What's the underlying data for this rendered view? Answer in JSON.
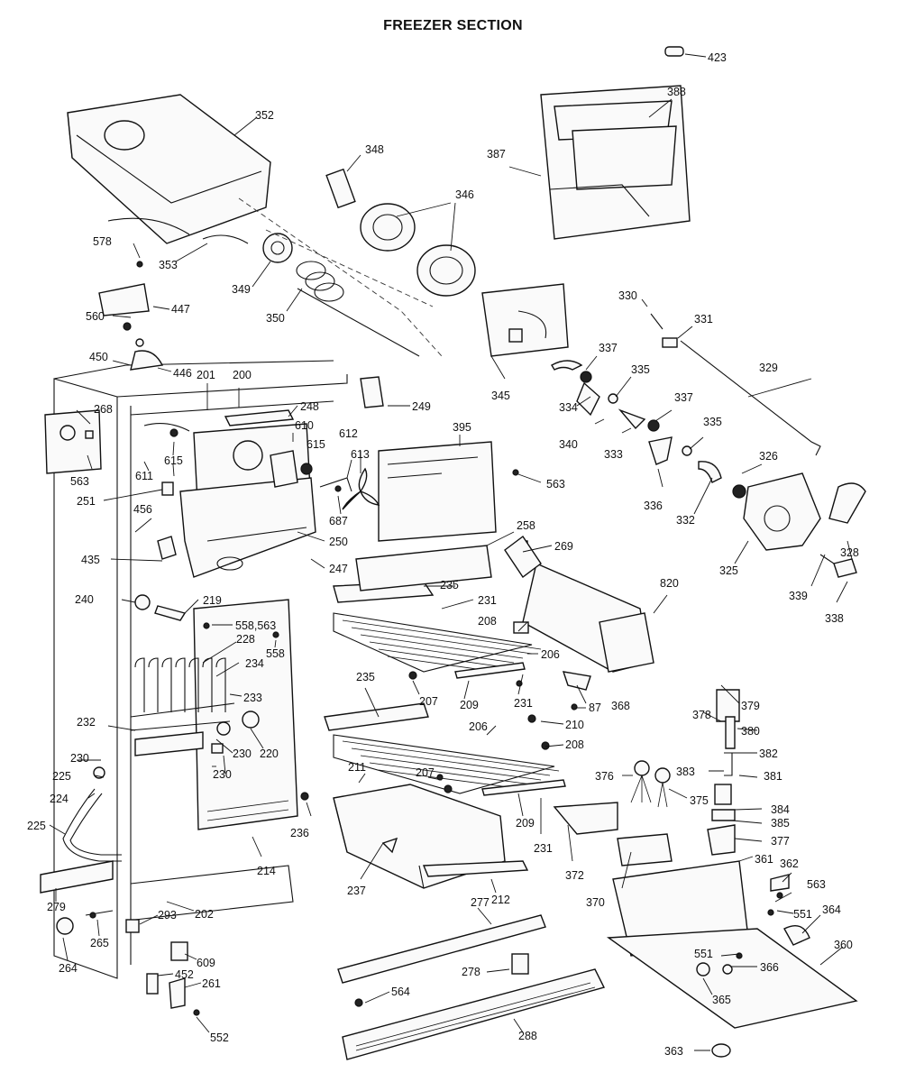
{
  "title": "FREEZER SECTION",
  "callouts": [
    {
      "id": "c423",
      "text": "423"
    },
    {
      "id": "c388",
      "text": "388"
    },
    {
      "id": "c387",
      "text": "387"
    },
    {
      "id": "c352",
      "text": "352"
    },
    {
      "id": "c348",
      "text": "348"
    },
    {
      "id": "c346",
      "text": "346"
    },
    {
      "id": "c578",
      "text": "578"
    },
    {
      "id": "c353",
      "text": "353"
    },
    {
      "id": "c349",
      "text": "349"
    },
    {
      "id": "c447",
      "text": "447"
    },
    {
      "id": "c350",
      "text": "350"
    },
    {
      "id": "c560",
      "text": "560"
    },
    {
      "id": "c330",
      "text": "330"
    },
    {
      "id": "c331",
      "text": "331"
    },
    {
      "id": "c450",
      "text": "450"
    },
    {
      "id": "c446",
      "text": "446"
    },
    {
      "id": "c201",
      "text": "201"
    },
    {
      "id": "c200",
      "text": "200"
    },
    {
      "id": "c337a",
      "text": "337"
    },
    {
      "id": "c345",
      "text": "345"
    },
    {
      "id": "c329",
      "text": "329"
    },
    {
      "id": "c335a",
      "text": "335"
    },
    {
      "id": "c249",
      "text": "249"
    },
    {
      "id": "c248",
      "text": "248"
    },
    {
      "id": "c268",
      "text": "268"
    },
    {
      "id": "c610",
      "text": "610"
    },
    {
      "id": "c334",
      "text": "334"
    },
    {
      "id": "c337b",
      "text": "337"
    },
    {
      "id": "c395",
      "text": "395"
    },
    {
      "id": "c335b",
      "text": "335"
    },
    {
      "id": "c612",
      "text": "612"
    },
    {
      "id": "c615a",
      "text": "615"
    },
    {
      "id": "c340",
      "text": "340"
    },
    {
      "id": "c333",
      "text": "333"
    },
    {
      "id": "c613",
      "text": "613"
    },
    {
      "id": "c326",
      "text": "326"
    },
    {
      "id": "c563a",
      "text": "563"
    },
    {
      "id": "c611",
      "text": "611"
    },
    {
      "id": "c615b",
      "text": "615"
    },
    {
      "id": "c563b",
      "text": "563"
    },
    {
      "id": "c251",
      "text": "251"
    },
    {
      "id": "c336",
      "text": "336"
    },
    {
      "id": "c332",
      "text": "332"
    },
    {
      "id": "c687",
      "text": "687"
    },
    {
      "id": "c456",
      "text": "456"
    },
    {
      "id": "c258",
      "text": "258"
    },
    {
      "id": "c250",
      "text": "250"
    },
    {
      "id": "c269",
      "text": "269"
    },
    {
      "id": "c328",
      "text": "328"
    },
    {
      "id": "c435",
      "text": "435"
    },
    {
      "id": "c247",
      "text": "247"
    },
    {
      "id": "c325",
      "text": "325"
    },
    {
      "id": "c820",
      "text": "820"
    },
    {
      "id": "c339",
      "text": "339"
    },
    {
      "id": "c235a",
      "text": "235"
    },
    {
      "id": "c240",
      "text": "240"
    },
    {
      "id": "c219",
      "text": "219"
    },
    {
      "id": "c231a",
      "text": "231"
    },
    {
      "id": "c338",
      "text": "338"
    },
    {
      "id": "c558_563",
      "text": "558,563"
    },
    {
      "id": "c208a",
      "text": "208"
    },
    {
      "id": "c228",
      "text": "228"
    },
    {
      "id": "c558",
      "text": "558"
    },
    {
      "id": "c206a",
      "text": "206"
    },
    {
      "id": "c234",
      "text": "234"
    },
    {
      "id": "c235b",
      "text": "235"
    },
    {
      "id": "c233",
      "text": "233"
    },
    {
      "id": "c207a",
      "text": "207"
    },
    {
      "id": "c209a",
      "text": "209"
    },
    {
      "id": "c231b",
      "text": "231"
    },
    {
      "id": "c87",
      "text": "87"
    },
    {
      "id": "c368",
      "text": "368"
    },
    {
      "id": "c378",
      "text": "378"
    },
    {
      "id": "c379",
      "text": "379"
    },
    {
      "id": "c232",
      "text": "232"
    },
    {
      "id": "c206b",
      "text": "206"
    },
    {
      "id": "c210",
      "text": "210"
    },
    {
      "id": "c380",
      "text": "380"
    },
    {
      "id": "c230a",
      "text": "230"
    },
    {
      "id": "c220",
      "text": "220"
    },
    {
      "id": "c208b",
      "text": "208"
    },
    {
      "id": "c382",
      "text": "382"
    },
    {
      "id": "c230b",
      "text": "230"
    },
    {
      "id": "c211",
      "text": "211"
    },
    {
      "id": "c383",
      "text": "383"
    },
    {
      "id": "c225a",
      "text": "225"
    },
    {
      "id": "c230c",
      "text": "230"
    },
    {
      "id": "c207b",
      "text": "207"
    },
    {
      "id": "c376",
      "text": "376"
    },
    {
      "id": "c381",
      "text": "381"
    },
    {
      "id": "c224",
      "text": "224"
    },
    {
      "id": "c375",
      "text": "375"
    },
    {
      "id": "c384",
      "text": "384"
    },
    {
      "id": "c209b",
      "text": "209"
    },
    {
      "id": "c385",
      "text": "385"
    },
    {
      "id": "c225b",
      "text": "225"
    },
    {
      "id": "c236",
      "text": "236"
    },
    {
      "id": "c231c",
      "text": "231"
    },
    {
      "id": "c377",
      "text": "377"
    },
    {
      "id": "c214",
      "text": "214"
    },
    {
      "id": "c237",
      "text": "237"
    },
    {
      "id": "c372",
      "text": "372"
    },
    {
      "id": "c361",
      "text": "361"
    },
    {
      "id": "c362",
      "text": "362"
    },
    {
      "id": "c212",
      "text": "212"
    },
    {
      "id": "c370",
      "text": "370"
    },
    {
      "id": "c563c",
      "text": "563"
    },
    {
      "id": "c279",
      "text": "279"
    },
    {
      "id": "c277",
      "text": "277"
    },
    {
      "id": "c293",
      "text": "293"
    },
    {
      "id": "c202",
      "text": "202"
    },
    {
      "id": "c551a",
      "text": "551"
    },
    {
      "id": "c364",
      "text": "364"
    },
    {
      "id": "c265",
      "text": "265"
    },
    {
      "id": "c609",
      "text": "609"
    },
    {
      "id": "c360",
      "text": "360"
    },
    {
      "id": "c264",
      "text": "264"
    },
    {
      "id": "c551b",
      "text": "551"
    },
    {
      "id": "c278",
      "text": "278"
    },
    {
      "id": "c366",
      "text": "366"
    },
    {
      "id": "c452",
      "text": "452"
    },
    {
      "id": "c261",
      "text": "261"
    },
    {
      "id": "c365",
      "text": "365"
    },
    {
      "id": "c564",
      "text": "564"
    },
    {
      "id": "c552",
      "text": "552"
    },
    {
      "id": "c288",
      "text": "288"
    },
    {
      "id": "c363",
      "text": "363"
    }
  ]
}
